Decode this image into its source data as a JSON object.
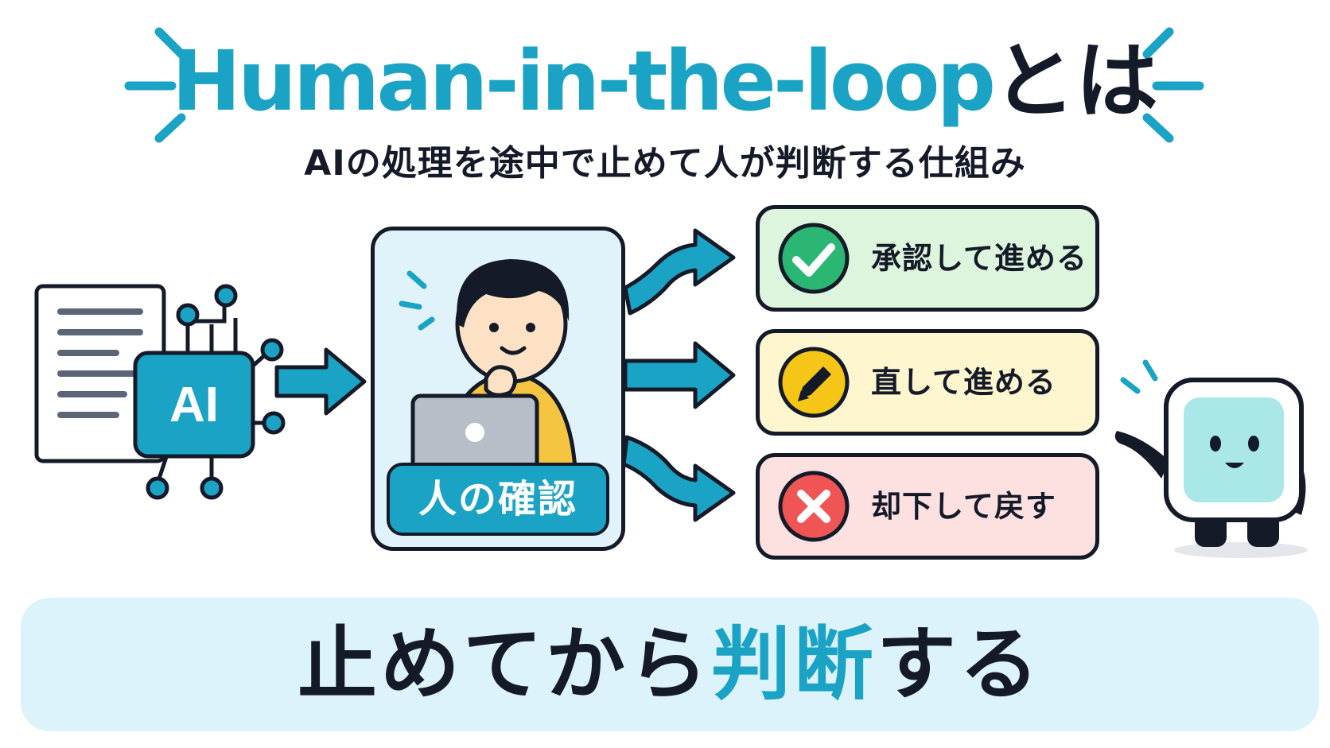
{
  "title": {
    "english": "Human-in-the-loop",
    "japanese_suffix": "とは"
  },
  "subtitle": "AIの処理を途中で止めて人が判断する仕組み",
  "ai_chip": {
    "label": "AI"
  },
  "review": {
    "label": "人の確認"
  },
  "options": [
    {
      "label": "承認して進める",
      "icon": "checkmark-icon",
      "color": "#2bb673"
    },
    {
      "label": "直して進める",
      "icon": "pencil-icon",
      "color": "#f5c518"
    },
    {
      "label": "却下して戻す",
      "icon": "cross-icon",
      "color": "#ef5555"
    }
  ],
  "banner": {
    "prefix": "止めてから",
    "highlight": "判断",
    "suffix": "する"
  },
  "colors": {
    "accent": "#1aa3c4",
    "dark": "#141a28",
    "approve_bg": "#dcf5dc",
    "edit_bg": "#fdf6cf",
    "reject_bg": "#fde1e1",
    "banner_bg": "#ddf3fb"
  }
}
